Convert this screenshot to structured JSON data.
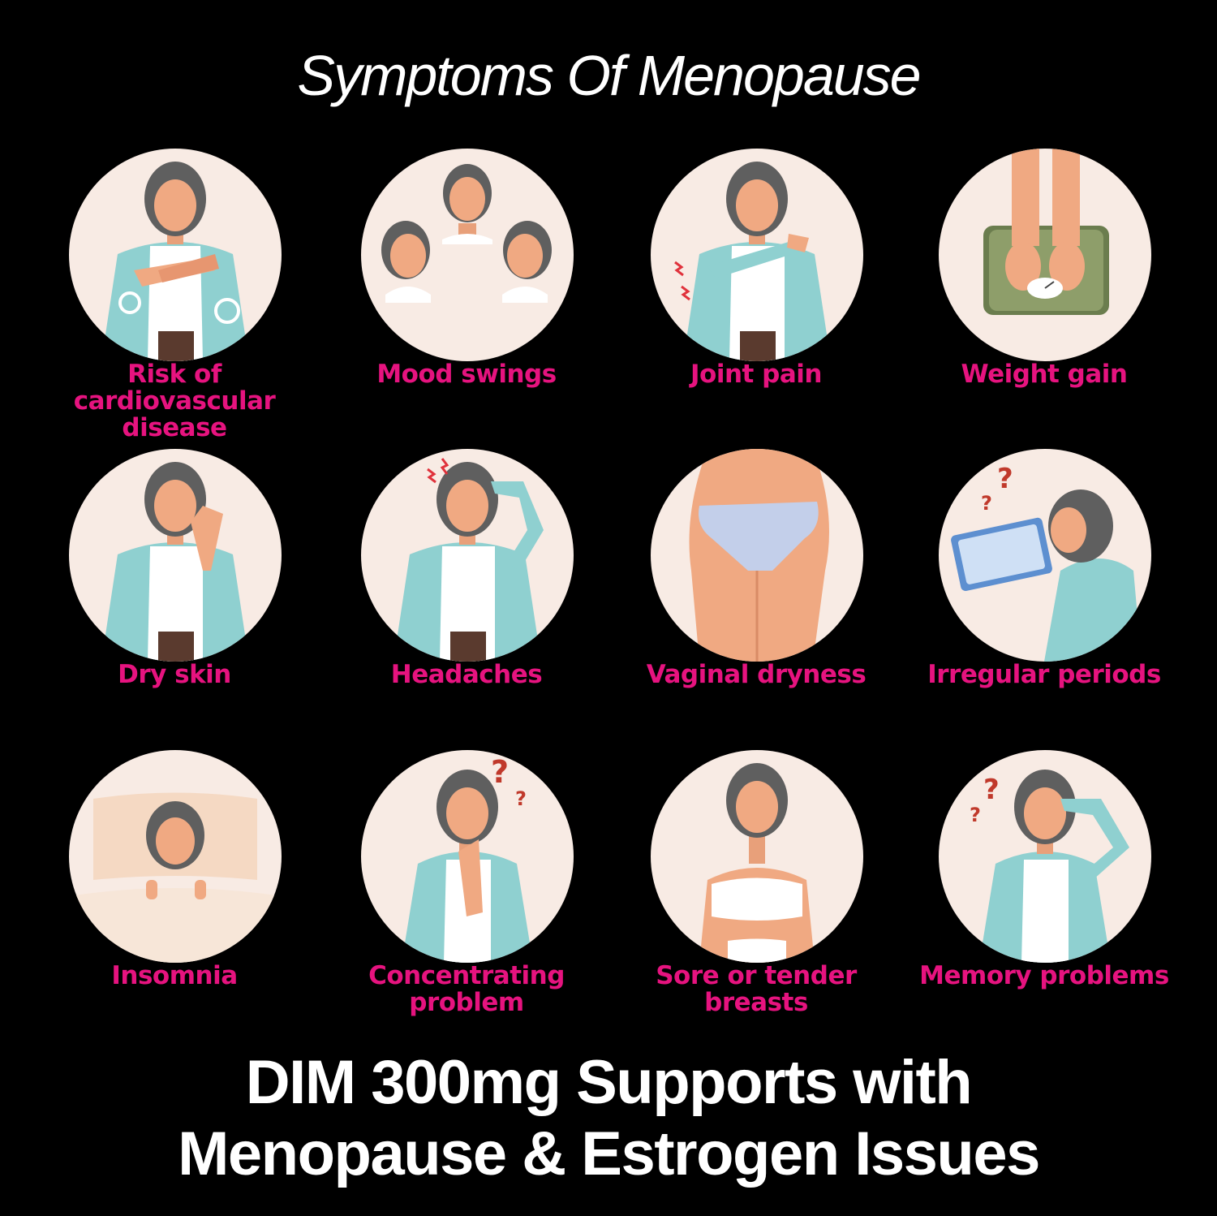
{
  "title": "Symptoms Of Menopause",
  "colors": {
    "background": "#000000",
    "label": "#e6137f",
    "circle": "#f8ebe4",
    "title": "#ffffff"
  },
  "symptoms": [
    {
      "label": "Risk of cardiovascular disease",
      "icon": "chest-pain-woman-icon"
    },
    {
      "label": "Mood swings",
      "icon": "three-faces-icon"
    },
    {
      "label": "Joint pain",
      "icon": "shoulder-pain-woman-icon"
    },
    {
      "label": "Weight gain",
      "icon": "feet-on-scale-icon"
    },
    {
      "label": "Dry skin",
      "icon": "hand-on-face-woman-icon"
    },
    {
      "label": "Headaches",
      "icon": "hand-on-head-woman-icon"
    },
    {
      "label": "Vaginal dryness",
      "icon": "hips-underwear-icon"
    },
    {
      "label": "Irregular periods",
      "icon": "woman-with-calendar-icon"
    },
    {
      "label": "Insomnia",
      "icon": "woman-in-bed-icon"
    },
    {
      "label": "Concentrating problem",
      "icon": "thinking-woman-icon"
    },
    {
      "label": "Sore or tender breasts",
      "icon": "woman-holding-chest-icon"
    },
    {
      "label": "Memory problems",
      "icon": "forgetful-woman-icon"
    }
  ],
  "footer": {
    "line1": "DIM 300mg Supports with",
    "line2": "Menopause & Estrogen Issues"
  }
}
